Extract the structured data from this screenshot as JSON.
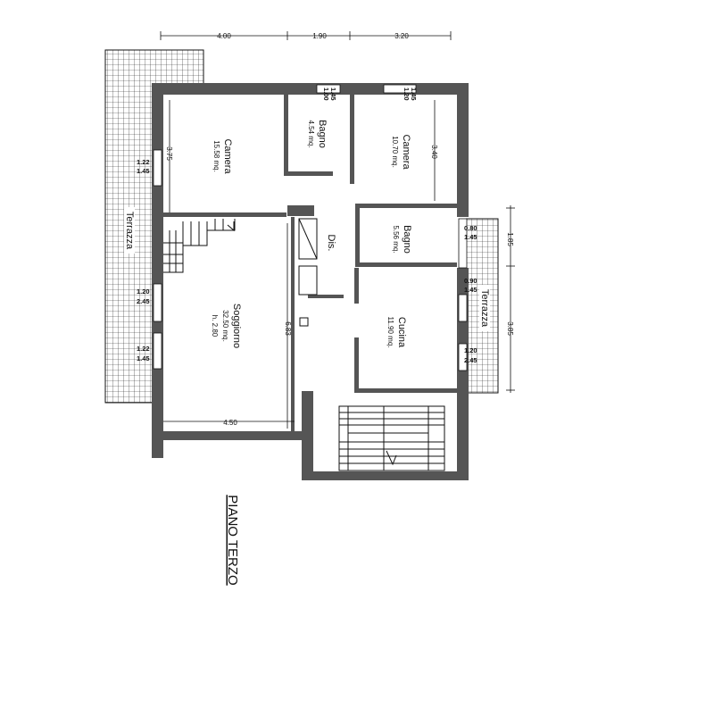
{
  "title": "PIANO TERZO",
  "rooms": {
    "camera1": {
      "name": "Camera",
      "area": "15.58 mq."
    },
    "bagno1": {
      "name": "Bagno",
      "area": "4.54 mq."
    },
    "camera2": {
      "name": "Camera",
      "area": "10.70 mq."
    },
    "bagno2": {
      "name": "Bagno",
      "area": "5.56 mq."
    },
    "dis": {
      "name": "Dis."
    },
    "soggiorno": {
      "name": "Soggiorno",
      "area": "32.50 mq.",
      "height": "h. 2.80"
    },
    "cucina": {
      "name": "Cucina",
      "area": "11.90 mq."
    },
    "terrazza_left": {
      "name": "Terrazza"
    },
    "terrazza_right": {
      "name": "Terrazza"
    }
  },
  "dimensions": {
    "top": [
      "4.00",
      "1.90",
      "3.20"
    ],
    "right": [
      "1.85",
      "3.85"
    ],
    "camera1_depth": "3.75",
    "camera2_depth": "3.40",
    "soggiorno_depth": "6.83",
    "soggiorno_width": "4.50"
  },
  "windows": {
    "w_bagno1": [
      "1.00",
      "1.45"
    ],
    "w_camera2": [
      "1.20",
      "1.45"
    ],
    "w_camera1": [
      "1.22",
      "1.45"
    ],
    "w_sogg1": [
      "1.20",
      "2.45"
    ],
    "w_sogg2": [
      "1.22",
      "1.45"
    ],
    "w_bagno2": [
      "0.80",
      "1.45"
    ],
    "w_cucina1": [
      "0.90",
      "1.45"
    ],
    "w_cucina2": [
      "1.20",
      "2.45"
    ]
  }
}
